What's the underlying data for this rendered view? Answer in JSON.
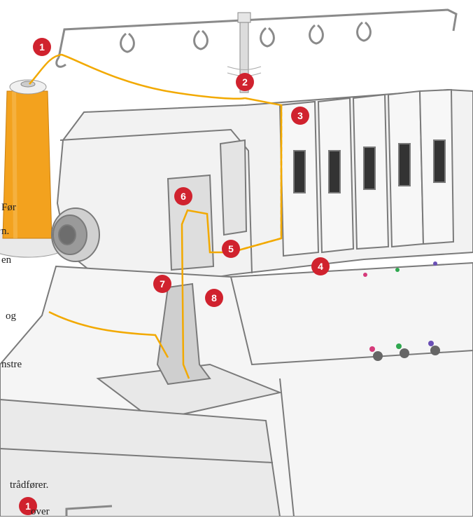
{
  "markers": [
    {
      "id": 1,
      "label": "1"
    },
    {
      "id": 2,
      "label": "2"
    },
    {
      "id": 3,
      "label": "3"
    },
    {
      "id": 4,
      "label": "4"
    },
    {
      "id": 5,
      "label": "5"
    },
    {
      "id": 6,
      "label": "6"
    },
    {
      "id": 7,
      "label": "7"
    },
    {
      "id": 8,
      "label": "8"
    }
  ],
  "bottom_marker": "1",
  "text_fragments": {
    "f1": "Før",
    "f2": "n.",
    "f3": "en",
    "f4": "og",
    "f5": "nstre",
    "f6": "trådfører.",
    "f7": "over"
  },
  "colors": {
    "thread": "#F2A900",
    "cone": "#F3A21E",
    "marker": "#D0222E",
    "accent_pink": "#D63A7A",
    "accent_green": "#2FA84F",
    "accent_purple": "#6A4FB5",
    "body": "#F2F2F2",
    "outline": "#7A7A7A"
  }
}
